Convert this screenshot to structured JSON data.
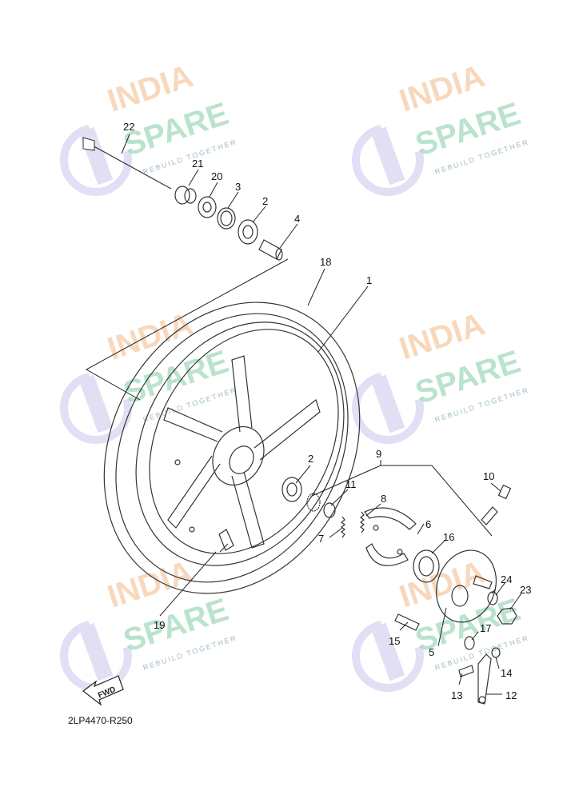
{
  "watermark": {
    "line1": "INDIA",
    "line2": "SPARE",
    "tagline": "REBUILD TOGETHER",
    "colors": {
      "india": "#f6c8a0",
      "spare": "#9ed8b8",
      "icon": "#c9c6ec"
    }
  },
  "diagram_code": "2LP4470-R250",
  "direction_badge": "FWD",
  "callouts": [
    {
      "id": "c22",
      "text": "22"
    },
    {
      "id": "c21",
      "text": "21"
    },
    {
      "id": "c20",
      "text": "20"
    },
    {
      "id": "c3",
      "text": "3"
    },
    {
      "id": "c2a",
      "text": "2"
    },
    {
      "id": "c4",
      "text": "4"
    },
    {
      "id": "c18",
      "text": "18"
    },
    {
      "id": "c1",
      "text": "1"
    },
    {
      "id": "c9",
      "text": "9"
    },
    {
      "id": "c2b",
      "text": "2"
    },
    {
      "id": "c11",
      "text": "11"
    },
    {
      "id": "c10",
      "text": "10"
    },
    {
      "id": "c8",
      "text": "8"
    },
    {
      "id": "c6",
      "text": "6"
    },
    {
      "id": "c7",
      "text": "7"
    },
    {
      "id": "c16",
      "text": "16"
    },
    {
      "id": "c24",
      "text": "24"
    },
    {
      "id": "c23",
      "text": "23"
    },
    {
      "id": "c17",
      "text": "17"
    },
    {
      "id": "c15",
      "text": "15"
    },
    {
      "id": "c5",
      "text": "5"
    },
    {
      "id": "c14",
      "text": "14"
    },
    {
      "id": "c13",
      "text": "13"
    },
    {
      "id": "c12",
      "text": "12"
    },
    {
      "id": "c19",
      "text": "19"
    }
  ]
}
